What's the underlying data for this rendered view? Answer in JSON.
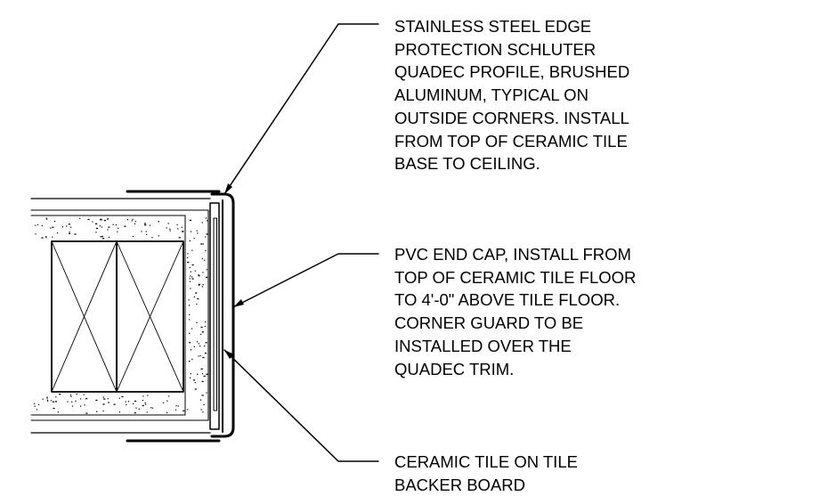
{
  "callouts": [
    {
      "lines": [
        "STAINLESS STEEL EDGE",
        "PROTECTION SCHLUTER",
        "QUADEC PROFILE, BRUSHED",
        "ALUMINUM, TYPICAL ON",
        "OUTSIDE CORNERS.  INSTALL",
        "FROM TOP OF CERAMIC TILE",
        "BASE TO CEILING."
      ]
    },
    {
      "lines": [
        "PVC END CAP,  INSTALL FROM",
        "TOP OF CERAMIC TILE FLOOR",
        "TO 4'-0\" ABOVE TILE FLOOR.",
        "CORNER GUARD TO BE",
        "INSTALLED OVER THE",
        "QUADEC TRIM."
      ]
    },
    {
      "lines": [
        "CERAMIC TILE ON TILE",
        "BACKER BOARD"
      ]
    }
  ],
  "colors": {
    "line": "#000000",
    "background": "#ffffff"
  }
}
